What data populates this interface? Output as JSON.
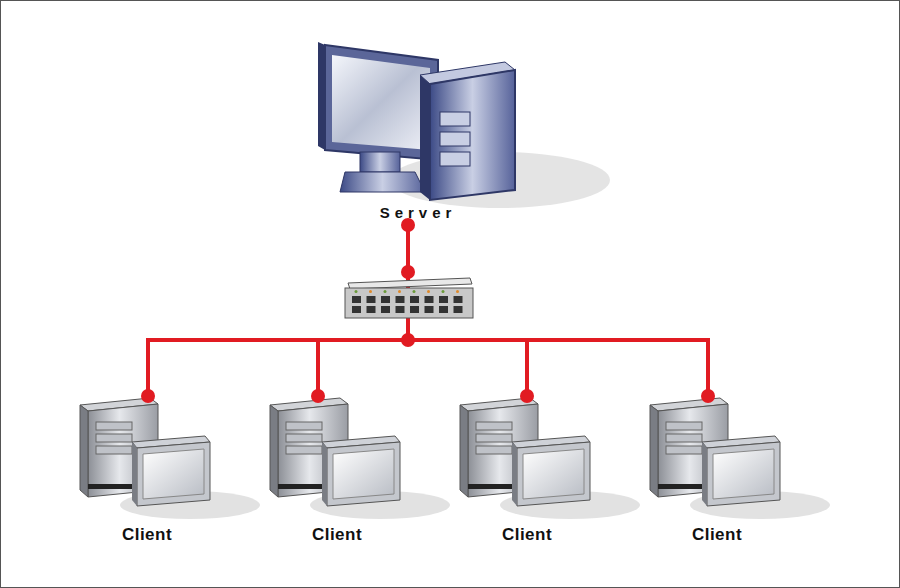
{
  "diagram": {
    "nodes": [
      {
        "text": [
          "Server"
        ]
      },
      {
        "text": [
          "Client"
        ]
      },
      {
        "text": [
          "Client"
        ]
      },
      {
        "text": [
          "Client"
        ]
      },
      {
        "text": [
          "Client"
        ]
      }
    ],
    "edges": [
      {
        "from": 0,
        "to": 1,
        "arrow": "none"
      },
      {
        "from": 0,
        "to": 2,
        "arrow": "none"
      },
      {
        "from": 0,
        "to": 3,
        "arrow": "none"
      },
      {
        "from": 0,
        "to": 4,
        "arrow": "none"
      }
    ]
  }
}
